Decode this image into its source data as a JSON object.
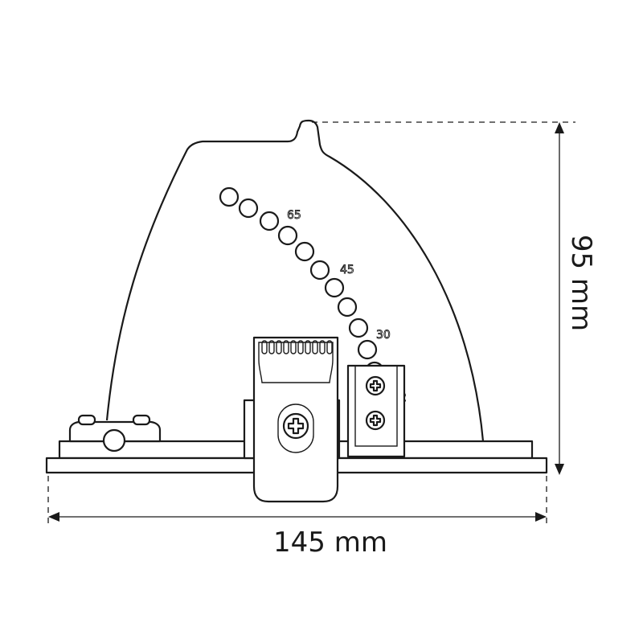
{
  "dimensions": {
    "width_label": "145 mm",
    "height_label": "95 mm"
  },
  "tilt_angles": [
    "65",
    "45",
    "30",
    "2"
  ],
  "colors": {
    "line": "#1a1a1a",
    "background": "#ffffff"
  }
}
